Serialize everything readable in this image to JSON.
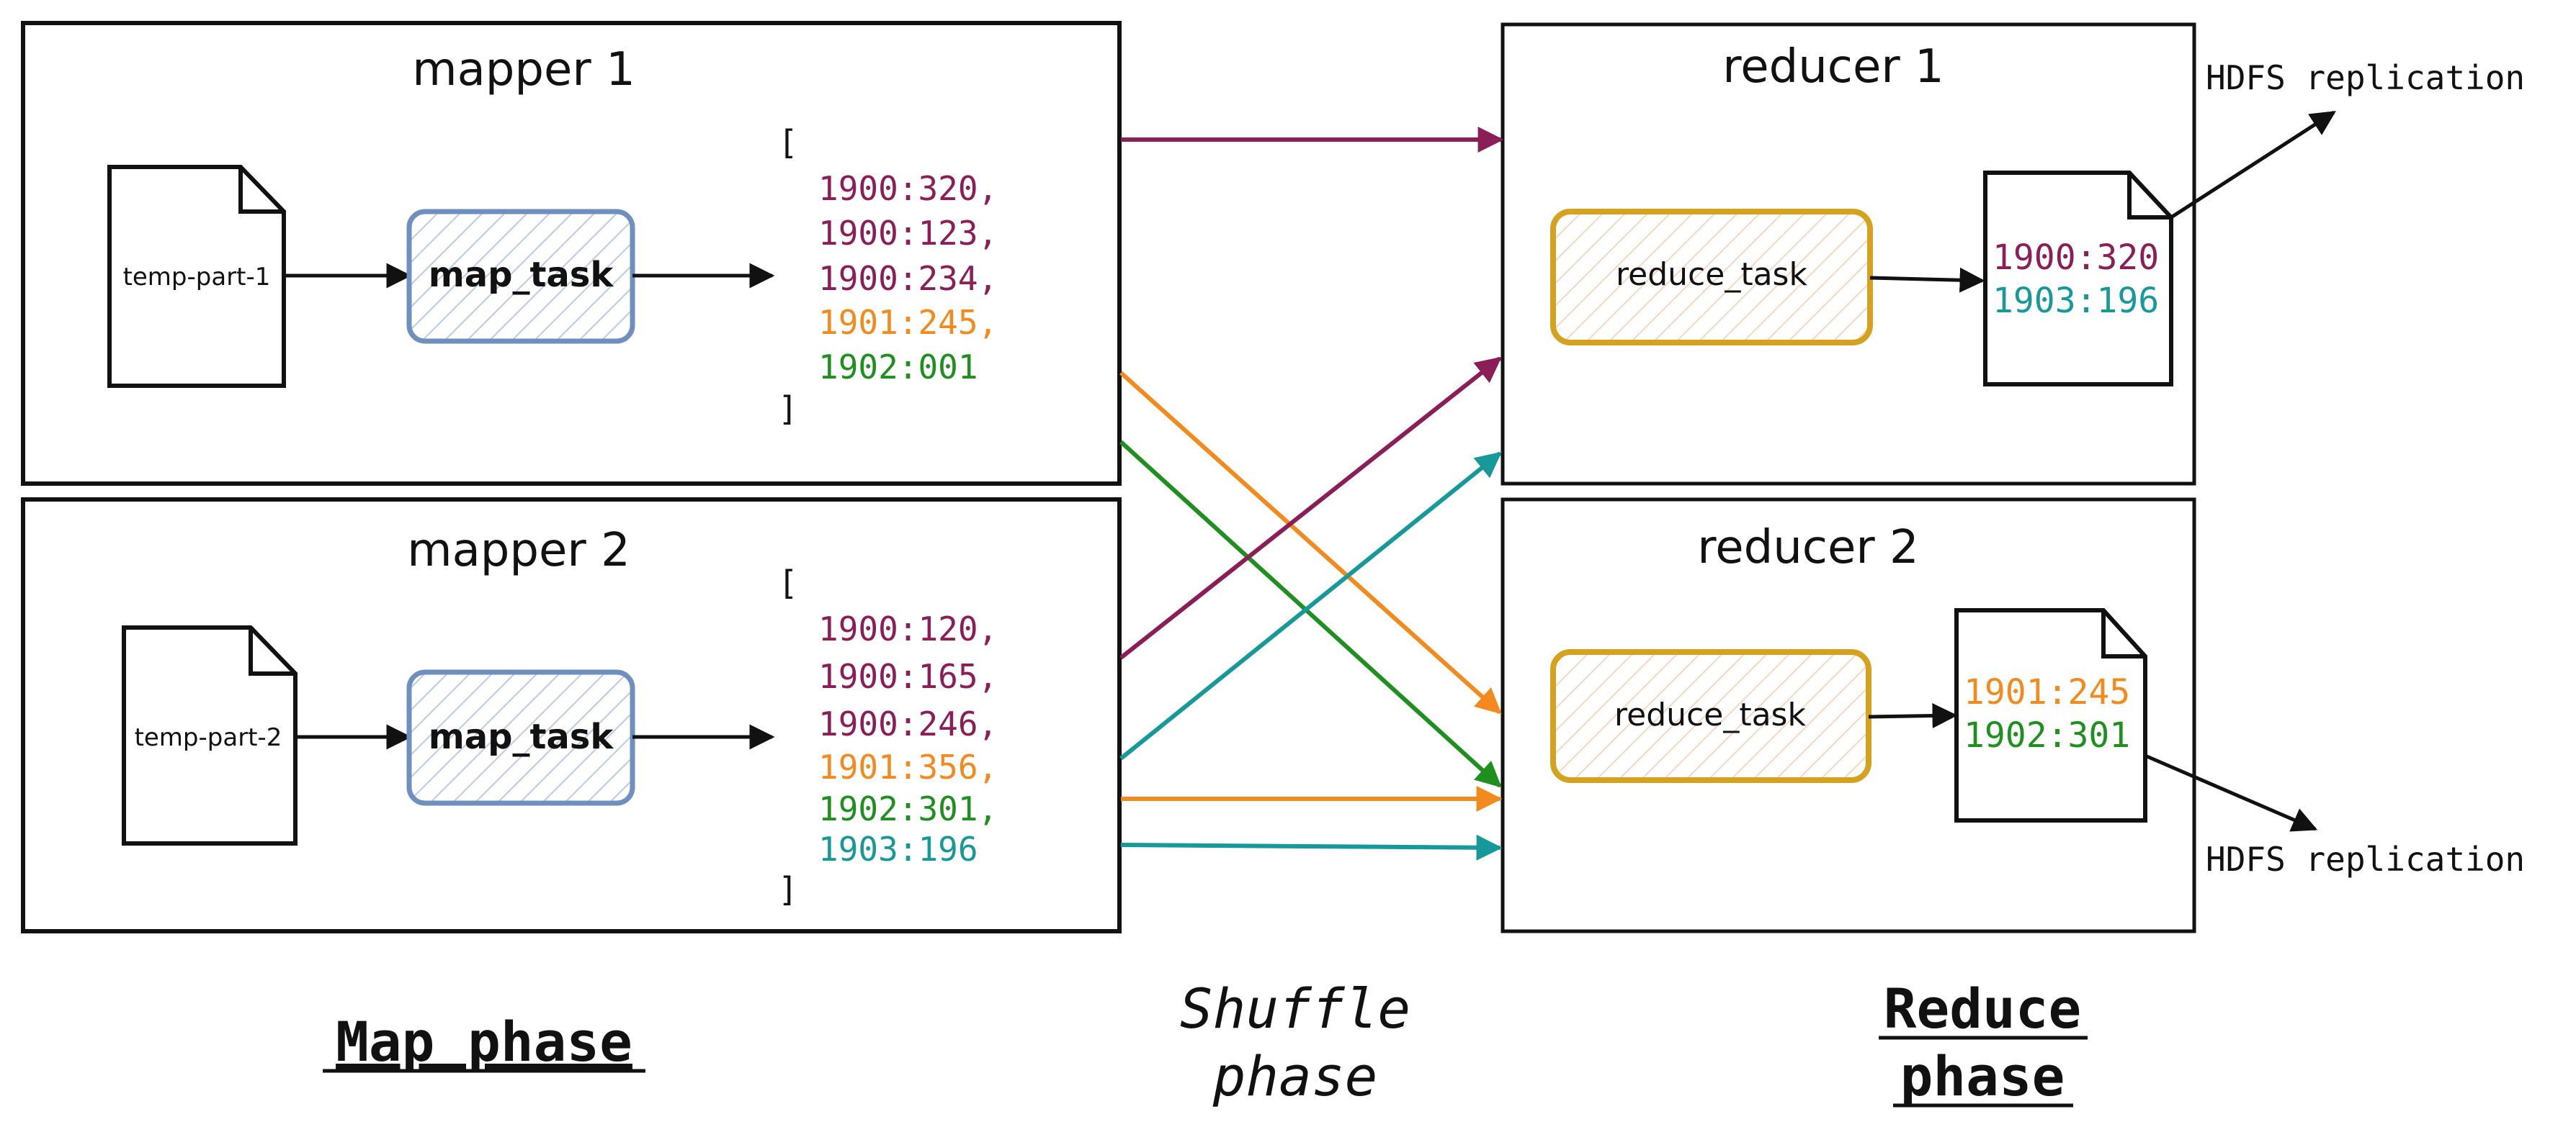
{
  "colors": {
    "year_1900": "#8b1d57",
    "year_1901": "#f28a1e",
    "year_1902": "#1f8f1f",
    "year_1903": "#17999a",
    "map_task_stroke": "#6f8fbf",
    "map_task_hatch": "#b9cbe8",
    "reduce_task_stroke": "#d4a21f",
    "reduce_task_hatch": "#f7d7be",
    "ink": "#111111"
  },
  "mappers": [
    {
      "title": "mapper 1",
      "input_file": "temp-part-1",
      "task": "map_task",
      "open_bracket": "[",
      "close_bracket": "]",
      "pairs": [
        "1900:320,",
        "1900:123,",
        "1900:234,",
        "1901:245,",
        "1902:001"
      ]
    },
    {
      "title": "mapper 2",
      "input_file": "temp-part-2",
      "task": "map_task",
      "open_bracket": "[",
      "close_bracket": "]",
      "pairs": [
        "1900:120,",
        "1900:165,",
        "1900:246,",
        "1901:356,",
        "1902:301,",
        "1903:196"
      ]
    }
  ],
  "reducers": [
    {
      "title": "reducer 1",
      "task": "reduce_task",
      "output": [
        "1900:320",
        "1903:196"
      ],
      "replication": "HDFS replication"
    },
    {
      "title": "reducer 2",
      "task": "reduce_task",
      "output": [
        "1901:245",
        "1902:301"
      ],
      "replication": "HDFS replication"
    }
  ],
  "phases": {
    "map": "Map phase",
    "shuffle_line1": "Shuffle",
    "shuffle_line2": "phase",
    "reduce_line1": "Reduce",
    "reduce_line2": "phase"
  },
  "shuffle_routes": [
    {
      "from": "mapper 1",
      "to": "reducer 1",
      "key": "1900"
    },
    {
      "from": "mapper 1",
      "to": "reducer 2",
      "key": "1901"
    },
    {
      "from": "mapper 1",
      "to": "reducer 2",
      "key": "1902"
    },
    {
      "from": "mapper 2",
      "to": "reducer 1",
      "key": "1900"
    },
    {
      "from": "mapper 2",
      "to": "reducer 1",
      "key": "1903"
    },
    {
      "from": "mapper 2",
      "to": "reducer 2",
      "key": "1901"
    },
    {
      "from": "mapper 2",
      "to": "reducer 2",
      "key": "1903"
    }
  ]
}
